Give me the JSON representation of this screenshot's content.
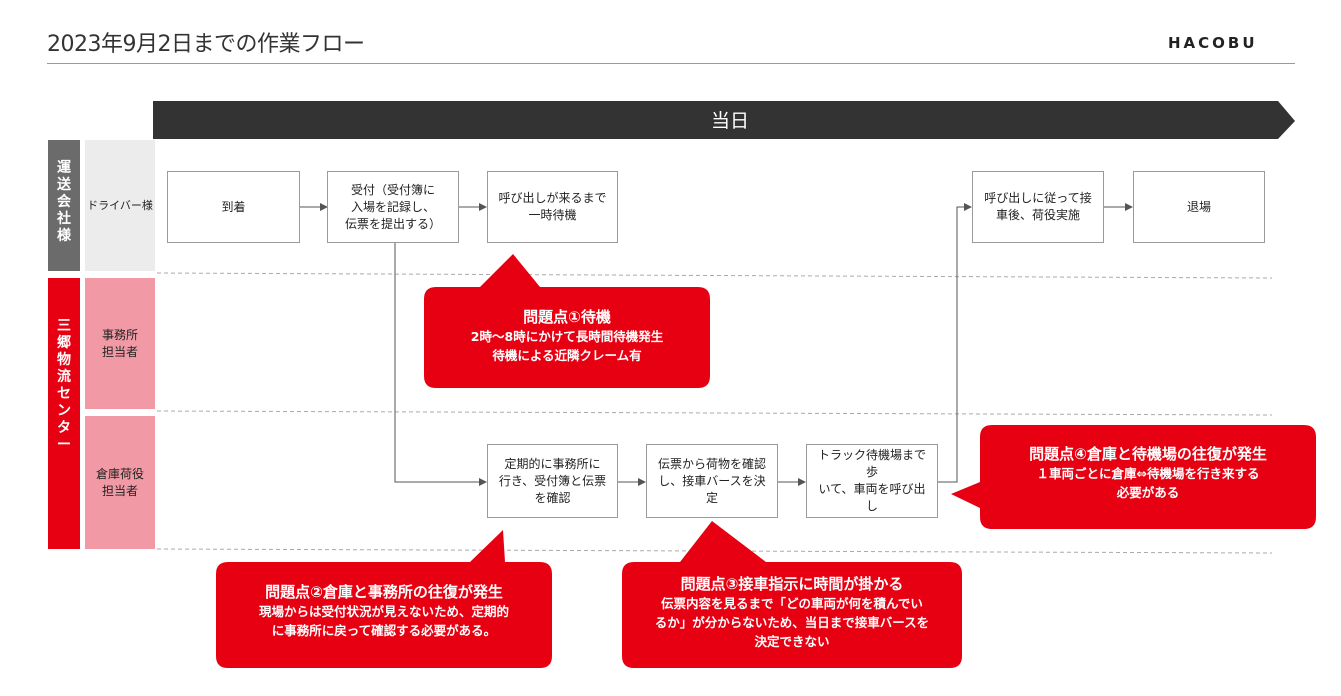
{
  "title": "2023年9月2日までの作業フロー",
  "logo": "HACOBU",
  "day_label": "当日",
  "lanes": {
    "company": {
      "chars": [
        "運",
        "送",
        "会",
        "社",
        "様"
      ]
    },
    "center": {
      "chars": [
        "三",
        "郷",
        "物",
        "流",
        "セ",
        "ン",
        "タ",
        "ー"
      ]
    },
    "driver": "ドライバー様",
    "office": [
      "事務所",
      "担当者"
    ],
    "warehouse": [
      "倉庫荷役",
      "担当者"
    ]
  },
  "steps": {
    "arrival": "到着",
    "reception": [
      "受付（受付簿に",
      "入場を記録し、",
      "伝票を提出する）"
    ],
    "wait": [
      "呼び出しが来るまで",
      "一時待機"
    ],
    "board": [
      "呼び出しに従って接",
      "車後、荷役実施"
    ],
    "exit": "退場",
    "check_office": [
      "定期的に事務所に",
      "行き、受付簿と伝票",
      "を確認"
    ],
    "decide_berth": [
      "伝票から荷物を確認",
      "し、接車バースを決",
      "定"
    ],
    "call_truck": [
      "トラック待機場まで歩",
      "いて、車両を呼び出",
      "し"
    ]
  },
  "callouts": {
    "p1": {
      "head": "問題点①待機",
      "body": [
        "2時～8時にかけて長時間待機発生",
        "待機による近隣クレーム有"
      ]
    },
    "p2": {
      "head": "問題点②倉庫と事務所の往復が発生",
      "body": [
        "現場からは受付状況が見えないため、定期的",
        "に事務所に戻って確認する必要がある。"
      ]
    },
    "p3": {
      "head": "問題点③接車指示に時間が掛かる",
      "body": [
        "伝票内容を見るまで「どの車両が何を積んでい",
        "るか」が分からないため、当日まで接車バースを",
        "決定できない"
      ]
    },
    "p4": {
      "head": "問題点④倉庫と待機場の往復が発生",
      "body": [
        "１車両ごとに倉庫⇔待機場を行き来する",
        "必要がある"
      ]
    }
  },
  "colors": {
    "accent_red": "#e60012",
    "pink": "#f19aa5",
    "dark": "#333333",
    "gray": "#6b6b6b"
  }
}
